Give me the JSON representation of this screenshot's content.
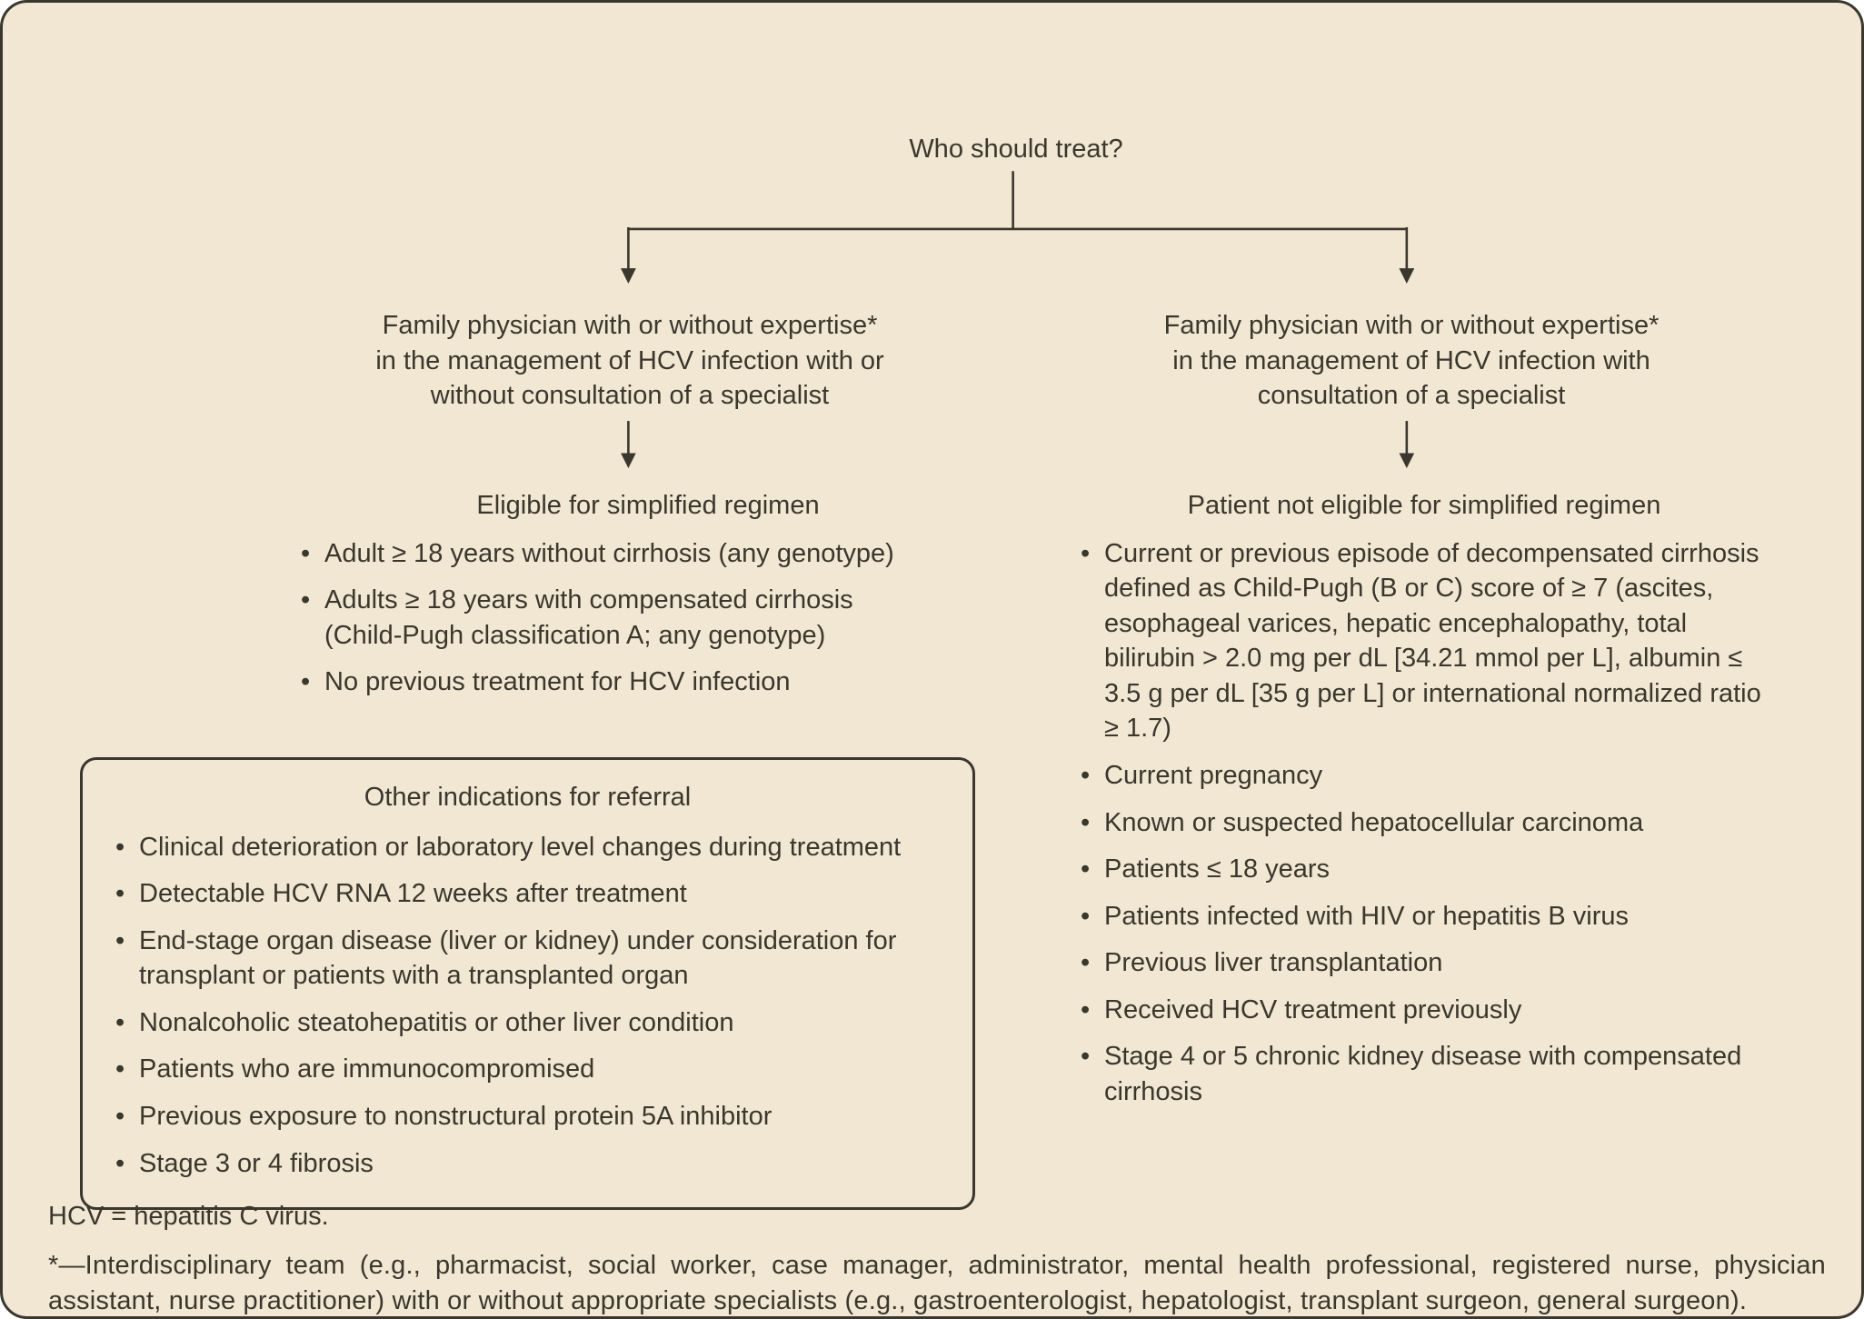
{
  "colors": {
    "background": "#F2E7D2",
    "text": "#3A372E",
    "line": "#3A372E"
  },
  "title": "Who should treat?",
  "left": {
    "branch_label": "Family physician with or without expertise*\nin the management of HCV infection with or\nwithout consultation of a specialist",
    "outcome_title": "Eligible for simplified regimen",
    "bullets": [
      "Adult ≥ 18 years without cirrhosis (any genotype)",
      "Adults ≥ 18 years with compensated cirrhosis\n(Child-Pugh classification A; any genotype)",
      "No previous treatment for HCV infection"
    ]
  },
  "right": {
    "branch_label": "Family physician with or without expertise*\nin the management of HCV infection with\nconsultation of a specialist",
    "outcome_title": "Patient not eligible for simplified regimen",
    "bullets": [
      "Current or previous episode of decompensated cirrhosis defined as Child-Pugh (B or C) score of ≥ 7 (ascites, esophageal varices, hepatic encephalopathy, total bilirubin > 2.0 mg per dL [34.21 mmol per L], albumin ≤ 3.5 g per dL [35 g per L] or international normalized ratio ≥ 1.7)",
      "Current pregnancy",
      "Known or suspected hepatocellular carcinoma",
      "Patients ≤ 18 years",
      "Patients infected with HIV or hepatitis B virus",
      "Previous liver transplantation",
      "Received HCV treatment previously",
      "Stage 4 or 5 chronic kidney disease with compensated cirrhosis"
    ]
  },
  "referral_box": {
    "title": "Other indications for referral",
    "bullets": [
      "Clinical deterioration or laboratory level changes during treatment",
      "Detectable HCV RNA 12 weeks after treatment",
      "End-stage organ disease (liver or kidney) under consideration for transplant or patients with a transplanted organ",
      "Nonalcoholic steatohepatitis or other liver condition",
      "Patients who are immunocompromised",
      "Previous exposure to nonstructural protein 5A inhibitor",
      "Stage 3 or 4 fibrosis"
    ]
  },
  "footnotes": {
    "abbreviation": "HCV = hepatitis C virus.",
    "asterisk": "*—Interdisciplinary team (e.g., pharmacist, social worker, case manager, administrator, mental health professional, registered nurse, physician assistant, nurse practitioner) with or without appropriate specialists (e.g., gastroenterologist, hepatologist, transplant surgeon, general surgeon)."
  }
}
